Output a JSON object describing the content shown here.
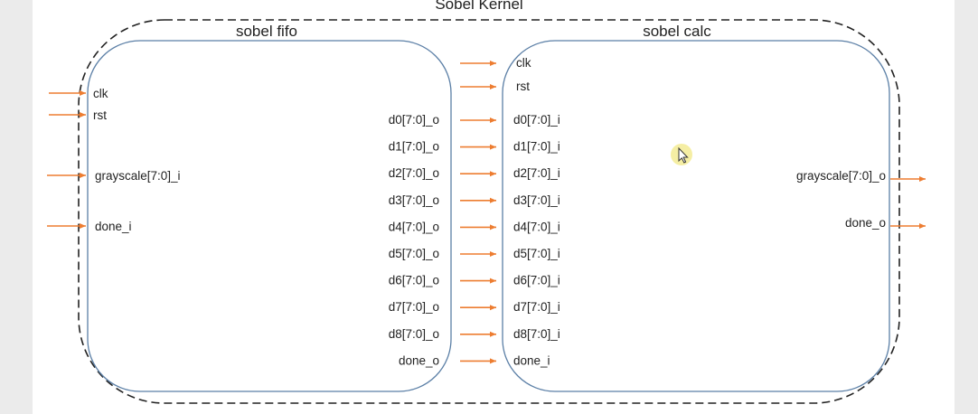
{
  "kernel": {
    "title": "Sobel Kernel"
  },
  "fifo": {
    "title": "sobel fifo",
    "inputs": [
      "clk",
      "rst",
      "grayscale[7:0]_i",
      "done_i"
    ],
    "outputs": [
      "d0[7:0]_o",
      "d1[7:0]_o",
      "d2[7:0]_o",
      "d3[7:0]_o",
      "d4[7:0]_o",
      "d5[7:0]_o",
      "d6[7:0]_o",
      "d7[7:0]_o",
      "d8[7:0]_o",
      "done_o"
    ]
  },
  "calc": {
    "title": "sobel calc",
    "inputs": [
      "clk",
      "rst",
      "d0[7:0]_i",
      "d1[7:0]_i",
      "d2[7:0]_i",
      "d3[7:0]_i",
      "d4[7:0]_i",
      "d5[7:0]_i",
      "d6[7:0]_i",
      "d7[7:0]_i",
      "d8[7:0]_i",
      "done_i"
    ],
    "outputs": [
      "grayscale[7:0]_o",
      "done_o"
    ]
  },
  "colors": {
    "box_stroke": "#5b7fa6",
    "kernel_stroke": "#222222",
    "arrow": "#ed7d31",
    "text": "#222222"
  }
}
